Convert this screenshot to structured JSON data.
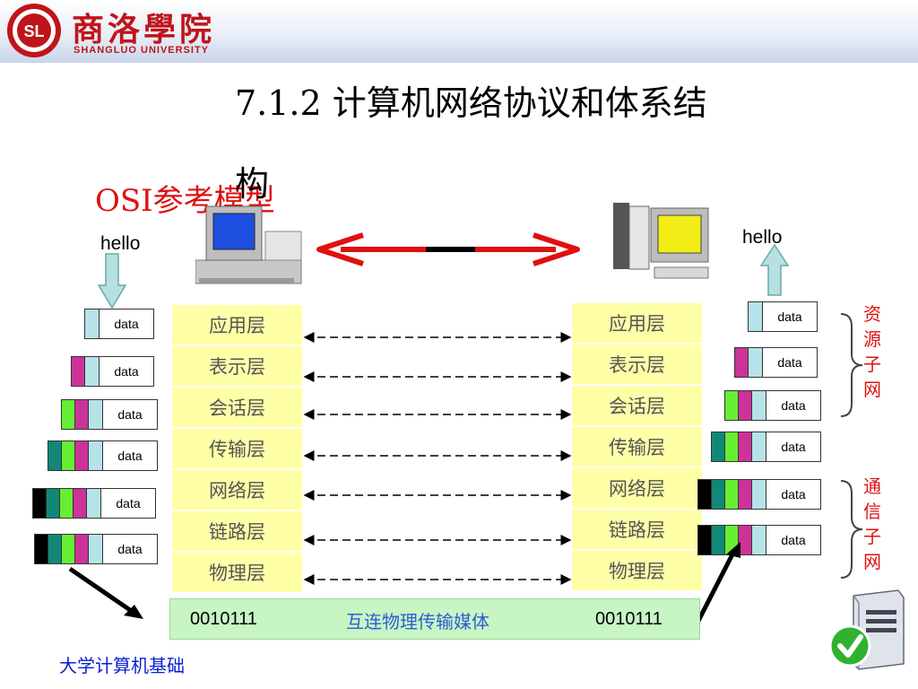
{
  "header": {
    "logo_cn": "商洛學院",
    "logo_en": "SHANGLUO UNIVERSITY",
    "logo_abbr": "SL"
  },
  "title": {
    "line1": "7.1.2  计算机网络协议和体系结",
    "line2": "构"
  },
  "subtitle": "OSI参考模型",
  "hello_left": "hello",
  "hello_right": "hello",
  "layers_left": [
    "应用层",
    "表示层",
    "会话层",
    "传输层",
    "网络层",
    "链路层",
    "物理层"
  ],
  "layers_right": [
    "应用层",
    "表示层",
    "会话层",
    "传输层",
    "网络层",
    "链路层",
    "物理层"
  ],
  "packet_label": "data",
  "packets_left": [
    [
      "#b6e3e8"
    ],
    [
      "#cc3399",
      "#b6e3e8"
    ],
    [
      "#66ee33",
      "#cc3399",
      "#b6e3e8"
    ],
    [
      "#118877",
      "#66ee33",
      "#cc3399",
      "#b6e3e8"
    ],
    [
      "#000000",
      "#118877",
      "#66ee33",
      "#cc3399",
      "#b6e3e8"
    ],
    [
      "#000000",
      "#118877",
      "#66ee33",
      "#cc3399",
      "#b6e3e8"
    ]
  ],
  "packets_right": [
    [
      "#b6e3e8"
    ],
    [
      "#cc3399",
      "#b6e3e8"
    ],
    [
      "#66ee33",
      "#cc3399",
      "#b6e3e8"
    ],
    [
      "#118877",
      "#66ee33",
      "#cc3399",
      "#b6e3e8"
    ],
    [
      "#000000",
      "#118877",
      "#66ee33",
      "#cc3399",
      "#b6e3e8"
    ],
    [
      "#000000",
      "#118877",
      "#66ee33",
      "#cc3399",
      "#b6e3e8"
    ]
  ],
  "brace_top": "资源子网",
  "brace_bottom": "通信子网",
  "medium": {
    "bits_left": "0010111",
    "label": "互连物理传输媒体",
    "bits_right": "0010111"
  },
  "footer": "大学计算机基础",
  "icons": [
    "university-logo",
    "computer-left-icon",
    "computer-right-icon",
    "server-check-icon",
    "double-arrow-icon"
  ],
  "colors": {
    "accent_red": "#e01010",
    "layer_fill": "#ffffa8",
    "medium_fill": "#c7f5c4",
    "footer_blue": "#0a1fd0"
  }
}
